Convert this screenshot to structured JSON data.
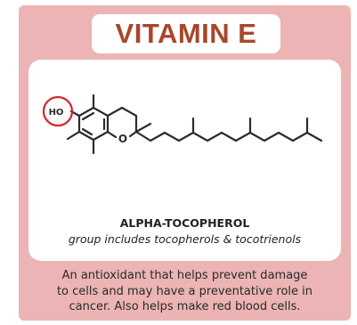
{
  "title": "VITAMIN E",
  "molecule": {
    "hydroxyl_label": "HO",
    "ring_oxygen_label": "O",
    "highlight_color": "#d6252f"
  },
  "compound": {
    "name": "ALPHA-TOCOPHEROL",
    "group": "group includes tocopherols & tocotrienols"
  },
  "description": {
    "line1": "An antioxidant that helps prevent damage",
    "line2": "to cells and may have a preventative role in",
    "line3": "cancer. Also helps make red blood cells."
  },
  "colors": {
    "card_background": "#ecb4b4",
    "title_text": "#a8472b",
    "panel_background": "#ffffff"
  }
}
